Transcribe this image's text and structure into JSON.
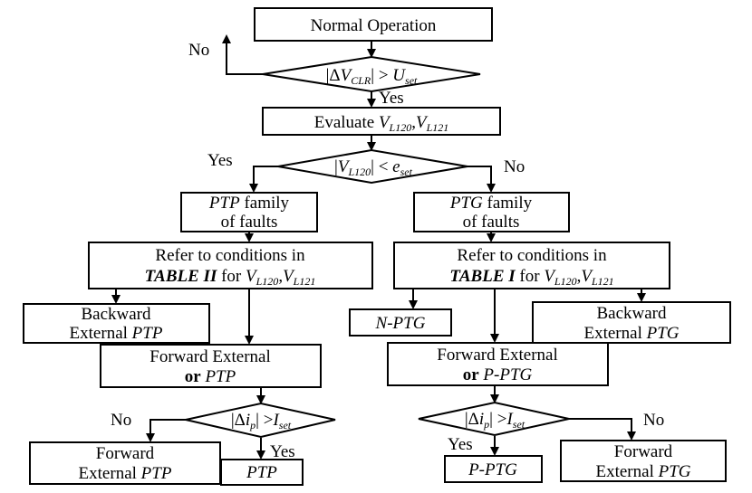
{
  "nodes": {
    "normal_operation": "Normal Operation",
    "evaluate": {
      "text": "Evaluate ",
      "v1": "V",
      "s1": "L120",
      "comma": ",",
      "v2": "V",
      "s2": "L121"
    },
    "ptp_family": {
      "italic": "PTP",
      "rest": " family",
      "line2": "of faults"
    },
    "ptg_family": {
      "italic": "PTG",
      "rest": " family",
      "line2": "of faults"
    },
    "refer_table2": {
      "line1": "Refer to conditions in",
      "bold": "TABLE II",
      "mid": " for ",
      "v1": "V",
      "s1": "L120",
      "comma": ",",
      "v2": "V",
      "s2": "L121"
    },
    "refer_table1": {
      "line1": "Refer to conditions in",
      "bold": "TABLE I",
      "mid": " for ",
      "v1": "V",
      "s1": "L120",
      "comma": ",",
      "v2": "V",
      "s2": "L121"
    },
    "backward_ptp": {
      "line1": "Backward",
      "pre": "External ",
      "italic": "PTP"
    },
    "backward_ptg": {
      "line1": "Backward",
      "pre": "External ",
      "italic": "PTG"
    },
    "n_ptg": "N-PTG",
    "forward_ext_ptp_or": {
      "line1": "Forward External",
      "bold": "or",
      "italic": "PTP"
    },
    "forward_ext_pptg_or": {
      "line1": "Forward External",
      "bold": "or",
      "italic": "P-PTG"
    },
    "forward_ext_ptp": {
      "line1": "Forward",
      "pre": "External ",
      "italic": "PTP"
    },
    "forward_ext_ptg": {
      "line1": "Forward",
      "pre": "External ",
      "italic": "PTG"
    },
    "ptp": "PTP",
    "p_ptg": "P-PTG"
  },
  "decisions": {
    "d1": {
      "delta": "Δ",
      "v": "V",
      "sub": "CLR",
      "op": " > ",
      "u": "U",
      "usub": "set"
    },
    "d2": {
      "v": "V",
      "sub": "L120",
      "op": " < ",
      "e": "e",
      "esub": "set"
    },
    "d3": {
      "delta": "Δ",
      "i": "i",
      "sub": "p",
      "op": " >",
      "I": "I",
      "isub": "set"
    },
    "d4": {
      "delta": "Δ",
      "i": "i",
      "sub": "p",
      "op": " >",
      "I": "I",
      "isub": "set"
    }
  },
  "labels": {
    "no": "No",
    "yes": "Yes"
  }
}
